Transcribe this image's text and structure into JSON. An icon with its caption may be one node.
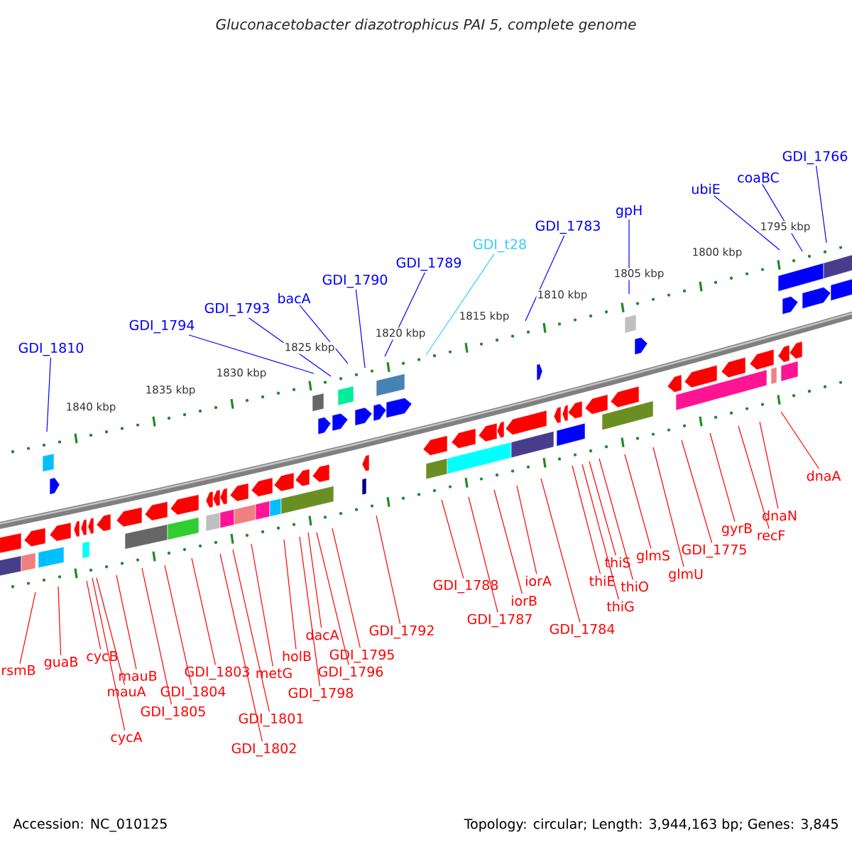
{
  "diagram": {
    "title": "Gluconacetobacter diazotrophicus PAI 5, complete genome",
    "nodes": [
      {
        "text": [
          "GDI_1810"
        ]
      },
      {
        "text": [
          "GDI_1794"
        ]
      },
      {
        "text": [
          "GDI_1793"
        ]
      },
      {
        "text": [
          "bacA"
        ]
      },
      {
        "text": [
          "GDI_1790"
        ]
      },
      {
        "text": [
          "GDI_1789"
        ]
      },
      {
        "text": [
          "GDI_t28"
        ]
      },
      {
        "text": [
          "GDI_1783"
        ]
      },
      {
        "text": [
          "gpH"
        ]
      },
      {
        "text": [
          "ubiE"
        ]
      },
      {
        "text": [
          "coaBC"
        ]
      },
      {
        "text": [
          "GDI_1766"
        ]
      },
      {
        "text": [
          "rsmB"
        ]
      },
      {
        "text": [
          "guaB"
        ]
      },
      {
        "text": [
          "cycB"
        ]
      },
      {
        "text": [
          "cycA"
        ]
      },
      {
        "text": [
          "mauA"
        ]
      },
      {
        "text": [
          "mauB"
        ]
      },
      {
        "text": [
          "GDI_1805"
        ]
      },
      {
        "text": [
          "GDI_1804"
        ]
      },
      {
        "text": [
          "GDI_1803"
        ]
      },
      {
        "text": [
          "GDI_1802"
        ]
      },
      {
        "text": [
          "GDI_1801"
        ]
      },
      {
        "text": [
          "metG"
        ]
      },
      {
        "text": [
          "holB"
        ]
      },
      {
        "text": [
          "GDI_1798"
        ]
      },
      {
        "text": [
          "dacA"
        ]
      },
      {
        "text": [
          "GDI_1796"
        ]
      },
      {
        "text": [
          "GDI_1795"
        ]
      },
      {
        "text": [
          "GDI_1792"
        ]
      },
      {
        "text": [
          "GDI_1788"
        ]
      },
      {
        "text": [
          "GDI_1787"
        ]
      },
      {
        "text": [
          "iorB"
        ]
      },
      {
        "text": [
          "iorA"
        ]
      },
      {
        "text": [
          "GDI_1784"
        ]
      },
      {
        "text": [
          "thiE"
        ]
      },
      {
        "text": [
          "thiG"
        ]
      },
      {
        "text": [
          "thiS"
        ]
      },
      {
        "text": [
          "thiO"
        ]
      },
      {
        "text": [
          "glmS"
        ]
      },
      {
        "text": [
          "glmU"
        ]
      },
      {
        "text": [
          "GDI_1775"
        ]
      },
      {
        "text": [
          "gyrB"
        ]
      },
      {
        "text": [
          "recF"
        ]
      },
      {
        "text": [
          "dnaN"
        ]
      },
      {
        "text": [
          "dnaA"
        ]
      }
    ],
    "edges": [
      {
        "from": 0,
        "to": null,
        "arrow": "none",
        "color": "#0000ff"
      },
      {
        "from": 1,
        "to": null,
        "arrow": "none",
        "color": "#0000ff"
      },
      {
        "from": 2,
        "to": null,
        "arrow": "none",
        "color": "#0000ff"
      },
      {
        "from": 3,
        "to": null,
        "arrow": "none",
        "color": "#0000ff"
      },
      {
        "from": 4,
        "to": null,
        "arrow": "none",
        "color": "#0000ff"
      },
      {
        "from": 5,
        "to": null,
        "arrow": "none",
        "color": "#0000ff"
      },
      {
        "from": 6,
        "to": null,
        "arrow": "none",
        "color": "#33ccff"
      },
      {
        "from": 7,
        "to": null,
        "arrow": "none",
        "color": "#0000ff"
      },
      {
        "from": 8,
        "to": null,
        "arrow": "none",
        "color": "#0000ff"
      },
      {
        "from": 9,
        "to": null,
        "arrow": "none",
        "color": "#0000ff"
      },
      {
        "from": 10,
        "to": null,
        "arrow": "none",
        "color": "#0000ff"
      },
      {
        "from": 11,
        "to": null,
        "arrow": "none",
        "color": "#0000ff"
      },
      {
        "from": 12,
        "to": null,
        "arrow": "none"
      },
      {
        "from": 13,
        "to": null,
        "arrow": "none"
      },
      {
        "from": 14,
        "to": null,
        "arrow": "none"
      },
      {
        "from": 15,
        "to": null,
        "arrow": "none"
      },
      {
        "from": 16,
        "to": null,
        "arrow": "none"
      },
      {
        "from": 17,
        "to": null,
        "arrow": "none"
      },
      {
        "from": 18,
        "to": null,
        "arrow": "none"
      },
      {
        "from": 19,
        "to": null,
        "arrow": "none"
      },
      {
        "from": 20,
        "to": null,
        "arrow": "none"
      },
      {
        "from": 21,
        "to": null,
        "arrow": "none"
      },
      {
        "from": 22,
        "to": null,
        "arrow": "none"
      },
      {
        "from": 23,
        "to": null,
        "arrow": "none"
      },
      {
        "from": 24,
        "to": null,
        "arrow": "none"
      },
      {
        "from": 25,
        "to": null,
        "arrow": "none"
      },
      {
        "from": 26,
        "to": null,
        "arrow": "none"
      },
      {
        "from": 27,
        "to": null,
        "arrow": "none"
      },
      {
        "from": 28,
        "to": null,
        "arrow": "none"
      },
      {
        "from": 29,
        "to": null,
        "arrow": "none"
      },
      {
        "from": 30,
        "to": null,
        "arrow": "none"
      },
      {
        "from": 31,
        "to": null,
        "arrow": "none"
      },
      {
        "from": 32,
        "to": null,
        "arrow": "none"
      },
      {
        "from": 33,
        "to": null,
        "arrow": "none"
      },
      {
        "from": 34,
        "to": null,
        "arrow": "none"
      },
      {
        "from": 35,
        "to": null,
        "arrow": "none"
      },
      {
        "from": 36,
        "to": null,
        "arrow": "none"
      },
      {
        "from": 37,
        "to": null,
        "arrow": "none"
      },
      {
        "from": 38,
        "to": null,
        "arrow": "none"
      },
      {
        "from": 39,
        "to": null,
        "arrow": "none"
      },
      {
        "from": 40,
        "to": null,
        "arrow": "none"
      },
      {
        "from": 41,
        "to": null,
        "arrow": "none"
      },
      {
        "from": 42,
        "to": null,
        "arrow": "none"
      },
      {
        "from": 43,
        "to": null,
        "arrow": "none"
      },
      {
        "from": 44,
        "to": null,
        "arrow": "none"
      },
      {
        "from": 45,
        "to": null,
        "arrow": "none"
      }
    ],
    "labels": [
      "1840 kbp",
      "1835 kbp",
      "1830 kbp",
      "1825 kbp",
      "1820 kbp",
      "1815 kbp",
      "1810 kbp",
      "1805 kbp",
      "1800 kbp",
      "1795 kbp",
      "Accession: NC_010125",
      "Topology: circular; Length: 3,944,163 bp; Genes: 3,845"
    ]
  }
}
